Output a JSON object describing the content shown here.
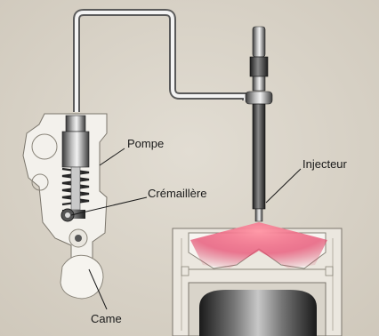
{
  "labels": {
    "pump": "Pompe",
    "rack": "Crémaillère",
    "injector": "Injecteur",
    "cam": "Came"
  }
}
